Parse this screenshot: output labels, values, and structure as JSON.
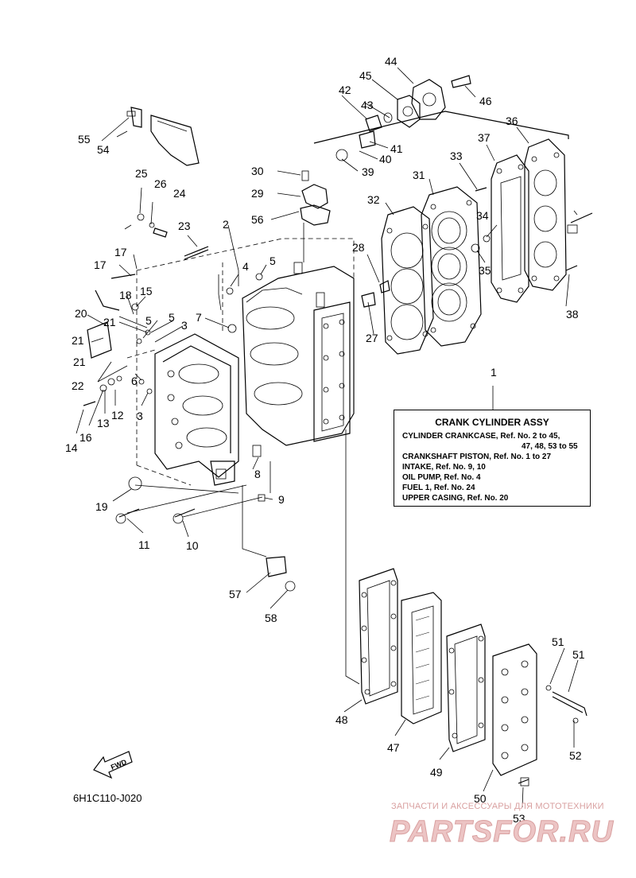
{
  "diagram": {
    "box": {
      "title": "CRANK CYLINDER ASSY",
      "lines": [
        "CYLINDER CRANKCASE,  Ref. No. 2 to 45,",
        "47, 48, 53 to 55",
        "CRANKSHAFT PISTON,  Ref. No. 1 to 27",
        "INTAKE,  Ref. No. 9, 10",
        "OIL PUMP,  Ref. No. 4",
        "FUEL 1,  Ref. No. 24",
        "UPPER CASING,  Ref. No. 20"
      ]
    },
    "code": "6H1C110-J020",
    "fwd_label": "FWD",
    "callouts": [
      "1",
      "2",
      "3",
      "3",
      "4",
      "5",
      "5",
      "5",
      "6",
      "7",
      "8",
      "9",
      "10",
      "11",
      "12",
      "13",
      "14",
      "15",
      "16",
      "17",
      "17",
      "18",
      "19",
      "20",
      "21",
      "21",
      "21",
      "22",
      "23",
      "24",
      "25",
      "26",
      "27",
      "28",
      "29",
      "30",
      "31",
      "32",
      "33",
      "34",
      "35",
      "36",
      "37",
      "38",
      "39",
      "40",
      "41",
      "42",
      "43",
      "44",
      "45",
      "46",
      "47",
      "48",
      "49",
      "50",
      "51",
      "51",
      "52",
      "53",
      "54",
      "55",
      "56",
      "57",
      "58"
    ]
  },
  "watermark": {
    "top": "ЗАПЧАСТИ И АКСЕССУАРЫ ДЛЯ МОТОТЕХНИКИ",
    "logo": "PARTSFOR.RU",
    "color": "#d9a0a0"
  }
}
